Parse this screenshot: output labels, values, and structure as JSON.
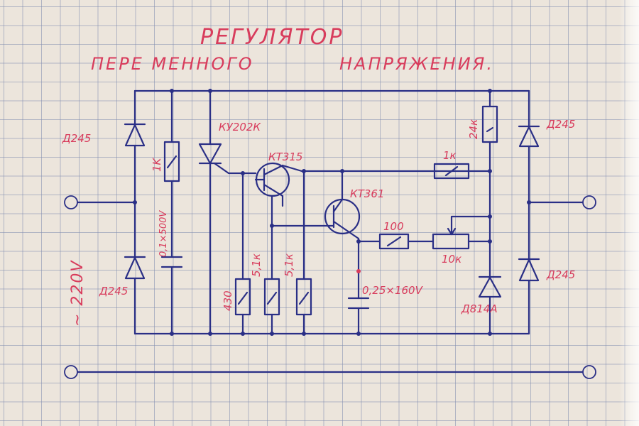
{
  "title": {
    "line1": "РЕГУЛЯТОР",
    "line2a": "ПЕРЕ МЕННОГО",
    "line2b": "НАПРЯЖЕНИЯ."
  },
  "supply_label": "~ 220V",
  "components": {
    "diode_left_top": "Д245",
    "diode_left_bottom": "Д245",
    "diode_right_top": "Д245",
    "diode_right_bottom": "Д245",
    "resistor_1k_left": "1K",
    "capacitor_left": "0,1×500V",
    "thyristor": "КУ202К",
    "transistor_kt315": "КТ315",
    "transistor_kt361": "КТ361",
    "resistor_430": "430",
    "resistor_51k_a": "5,1к",
    "resistor_51k_b": "5,1к",
    "capacitor_mid": "0,25×160V",
    "resistor_1k_top": "1к",
    "resistor_100": "100",
    "potentiometer": "10к",
    "resistor_24k": "24к",
    "zener": "Д814А"
  },
  "colors": {
    "ink": "#2a2f86",
    "label": "#d83c5c",
    "grid": "#8c94b4",
    "paper": "#ece5dc"
  }
}
